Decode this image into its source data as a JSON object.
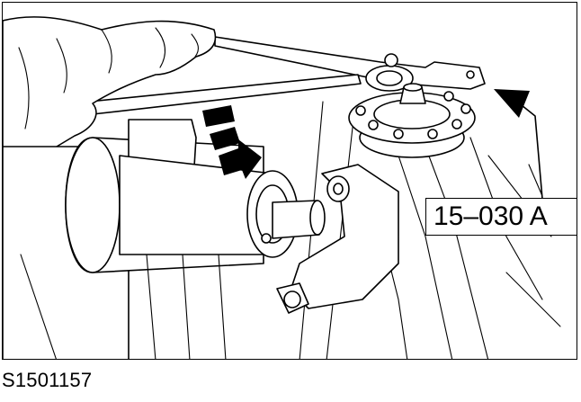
{
  "illustration": {
    "callout_label": "15–030 A",
    "figure_id": "S1501157",
    "subject": "special tool mounted on hub held with ring wrench while removing bolt",
    "icons": [
      "hand-icon",
      "ring-wrench-icon",
      "special-tool-icon",
      "hub-flange-icon",
      "direction-arrows-icon",
      "pointer-arrow-icon",
      "bolt-icon"
    ]
  }
}
